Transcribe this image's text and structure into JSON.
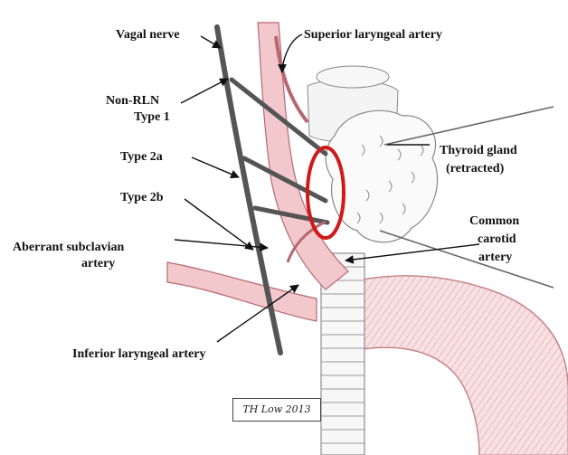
{
  "labels": {
    "vagal_nerve": "Vagal nerve",
    "superior_laryngeal_artery": "Superior laryngeal artery",
    "non_rln_line1": "Non-RLN",
    "non_rln_line2": "Type 1",
    "thyroid_line1": "Thyroid gland",
    "thyroid_line2": "(retracted)",
    "type_2a": "Type 2a",
    "type_2b": "Type 2b",
    "common_line1": "Common",
    "common_line2": "carotid",
    "common_line3": "artery",
    "aberrant_line1": "Aberrant subclavian",
    "aberrant_line2": "artery",
    "inferior_laryngeal_artery": "Inferior laryngeal artery"
  },
  "signature": "TH Low 2013",
  "colors": {
    "vessel_fill": "#f2c8cc",
    "vessel_stroke": "#b7686f",
    "nerve": "#555555",
    "highlight_ring": "#d01a1a",
    "pointer": "#111111"
  }
}
